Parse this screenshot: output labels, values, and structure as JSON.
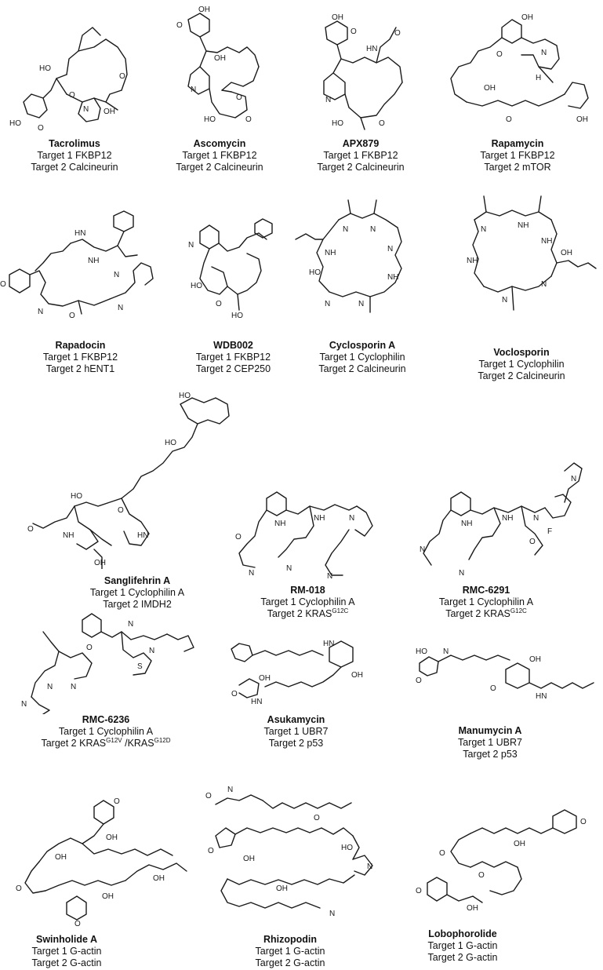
{
  "compounds": [
    {
      "name": "Tacrolimus",
      "t1": "Target 1 FKBP12",
      "t2": "Target 2 Calcineurin"
    },
    {
      "name": "Ascomycin",
      "t1": "Target 1 FKBP12",
      "t2": "Target 2 Calcineurin"
    },
    {
      "name": "APX879",
      "t1": "Target 1 FKBP12",
      "t2": "Target 2 Calcineurin"
    },
    {
      "name": "Rapamycin",
      "t1": "Target 1 FKBP12",
      "t2": "Target 2 mTOR"
    },
    {
      "name": "Rapadocin",
      "t1": "Target 1 FKBP12",
      "t2": "Target 2 hENT1"
    },
    {
      "name": "WDB002",
      "t1": "Target 1 FKBP12",
      "t2": "Target 2 CEP250"
    },
    {
      "name": "Cyclosporin A",
      "t1": "Target 1 Cyclophilin",
      "t2": "Target 2 Calcineurin"
    },
    {
      "name": "Voclosporin",
      "t1": "Target 1 Cyclophilin",
      "t2": "Target 2 Calcineurin"
    },
    {
      "name": "Sanglifehrin A",
      "t1": "Target 1 Cyclophilin A",
      "t2": "Target 2 IMDH2"
    },
    {
      "name": "RM-018",
      "t1": "Target 1 Cyclophilin A",
      "t2_prefix": "Target 2 KRAS",
      "t2_sup": "G12C"
    },
    {
      "name": "RMC-6291",
      "t1": "Target 1 Cyclophilin A",
      "t2_prefix": "Target 2 KRAS",
      "t2_sup": "G12C"
    },
    {
      "name": "RMC-6236",
      "t1": "Target 1 Cyclophilin A",
      "t2_prefix": "Target 2 KRAS",
      "t2_sup": "G12V",
      "t2_mid": " /KRAS",
      "t2_sup2": "G12D"
    },
    {
      "name": "Asukamycin",
      "t1": "Target 1 UBR7",
      "t2": "Target 2 p53"
    },
    {
      "name": "Manumycin A",
      "t1": "Target 1 UBR7",
      "t2": "Target 2 p53"
    },
    {
      "name": "Swinholide A",
      "t1": "Target 1 G-actin",
      "t2": "Target 2 G-actin"
    },
    {
      "name": "Rhizopodin",
      "t1": "Target 1 G-actin",
      "t2": "Target 2 G-actin"
    },
    {
      "name": "Lobophorolide",
      "t1": "Target 1 G-actin",
      "t2": "Target 2 G-actin"
    }
  ],
  "atom_labels": {
    "oh": "OH",
    "ho": "HO",
    "o": "O",
    "n": "N",
    "nh": "NH",
    "hn": "HN",
    "h": "H",
    "f": "F",
    "s": "S"
  }
}
